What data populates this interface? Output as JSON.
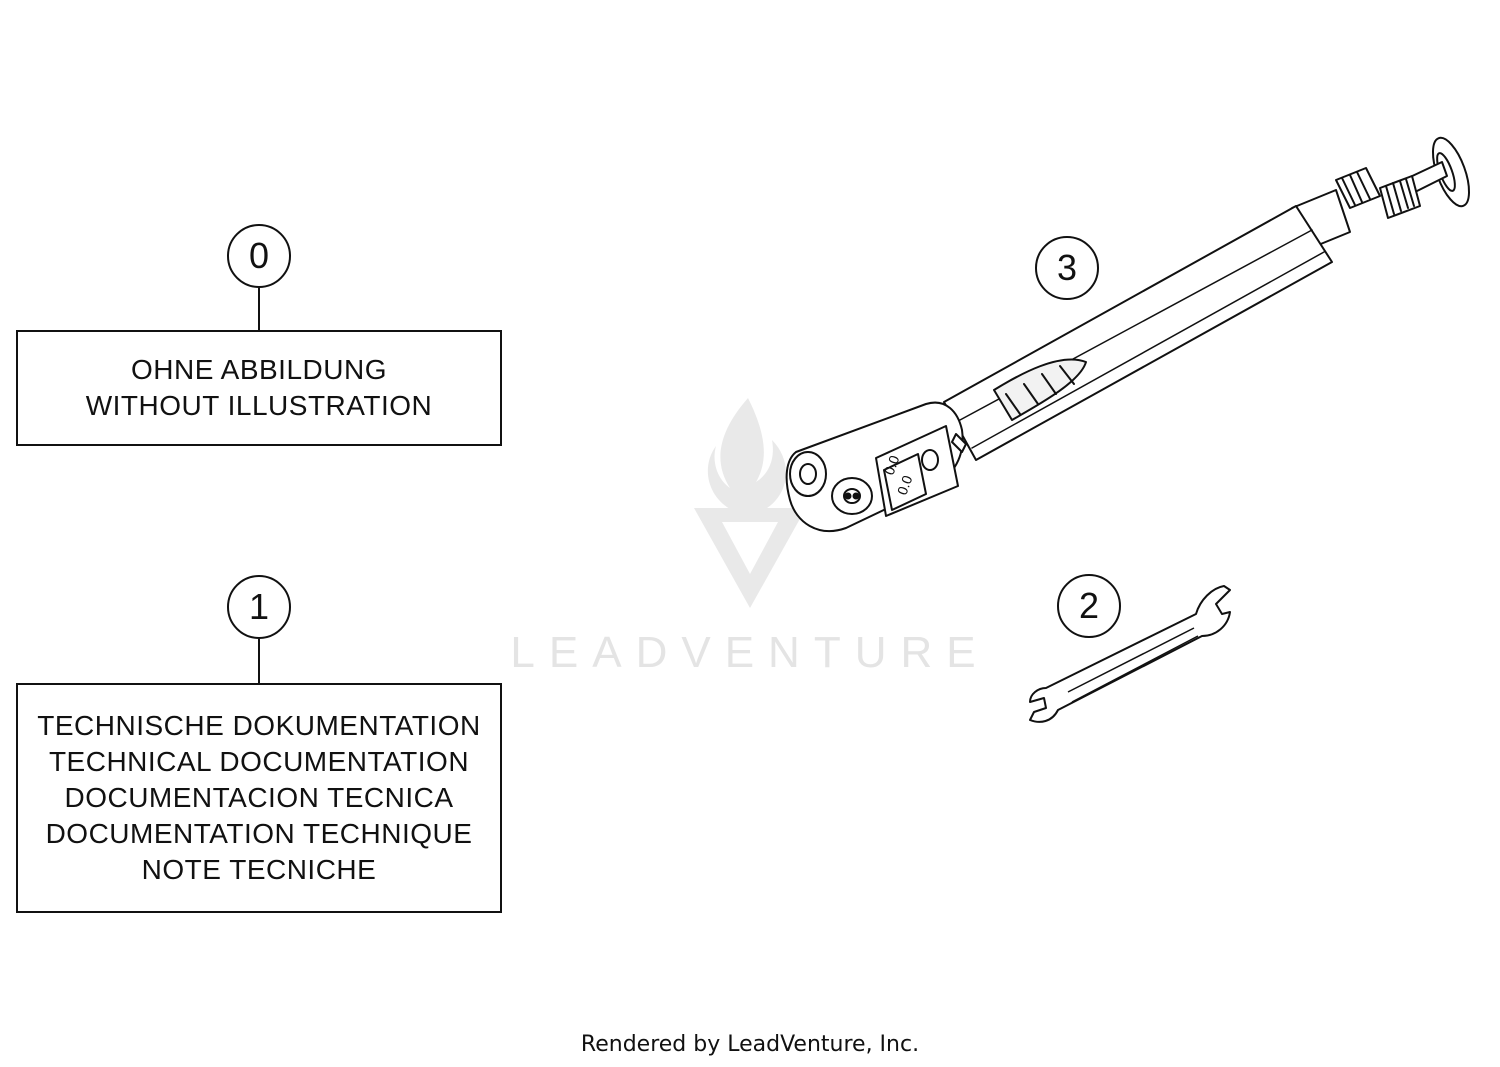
{
  "callouts": {
    "c0": "0",
    "c1": "1",
    "c2": "2",
    "c3": "3"
  },
  "labels": {
    "box0": [
      "OHNE ABBILDUNG",
      "WITHOUT ILLUSTRATION"
    ],
    "box1": [
      "TECHNISCHE DOKUMENTATION",
      "TECHNICAL DOCUMENTATION",
      "DOCUMENTACION TECNICA",
      "DOCUMENTATION TECHNIQUE",
      "NOTE TECNICHE"
    ]
  },
  "parts": {
    "pump_icon": "air-pressure-pump-with-gauge-icon",
    "wrench_icon": "open-end-wrench-icon"
  },
  "watermark": {
    "text": "LEADVENTURE",
    "logo_icon": "leadventure-flame-logo-icon"
  },
  "footer": {
    "text": "Rendered by LeadVenture, Inc."
  },
  "colors": {
    "line": "#111111",
    "watermark": "#e4e4e4",
    "background": "#ffffff"
  }
}
